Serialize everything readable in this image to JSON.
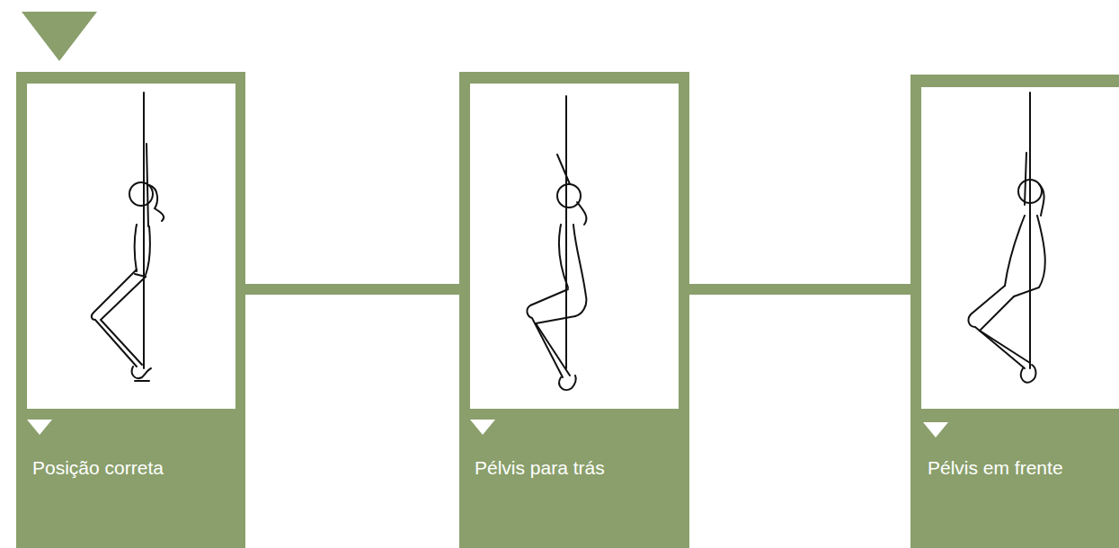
{
  "diagram": {
    "nodes": [
      {
        "text": [
          "Posição correta"
        ]
      },
      {
        "text": [
          "Pélvis para trás"
        ]
      },
      {
        "text": [
          "Pélvis em frente"
        ]
      }
    ],
    "edges": [
      {
        "from": 0,
        "to": 1,
        "arrow": "none"
      },
      {
        "from": 1,
        "to": 2,
        "arrow": "none"
      }
    ]
  }
}
